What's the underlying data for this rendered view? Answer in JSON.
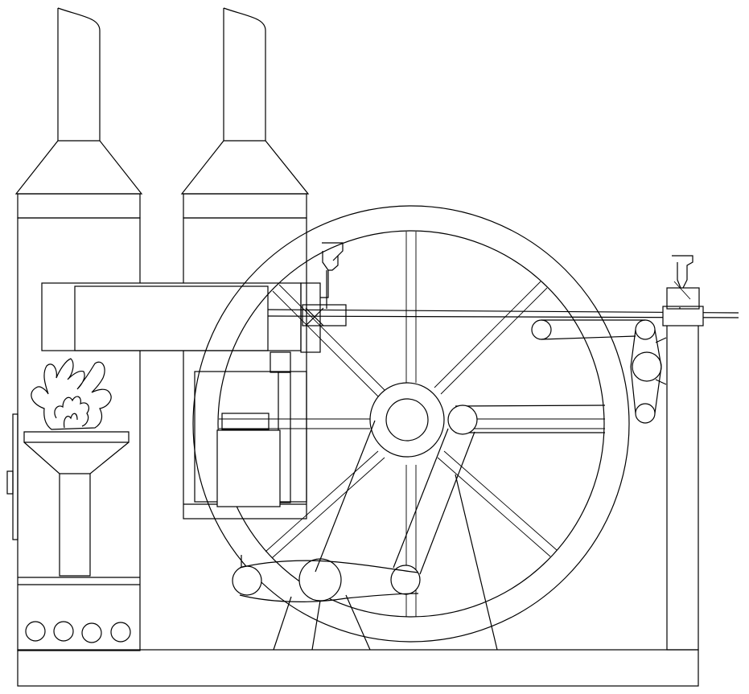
{
  "diagram": {
    "subject": "",
    "colors": {
      "line": "#000000",
      "background": "#ffffff"
    },
    "components": [
      {
        "id": "chimney-left",
        "icon": "chimney-icon"
      },
      {
        "id": "chimney-right",
        "icon": "chimney-icon"
      },
      {
        "id": "boiler-housing",
        "icon": "furnace-icon"
      },
      {
        "id": "fire",
        "icon": "flame-icon"
      },
      {
        "id": "cylinder",
        "icon": "cylinder-icon"
      },
      {
        "id": "flywheel",
        "icon": "wheel-icon",
        "spokes": 8
      },
      {
        "id": "crank",
        "icon": "crank-icon"
      },
      {
        "id": "pulley-belts",
        "icon": "pulley-icon"
      },
      {
        "id": "base-plate",
        "icon": "base-icon"
      }
    ]
  }
}
